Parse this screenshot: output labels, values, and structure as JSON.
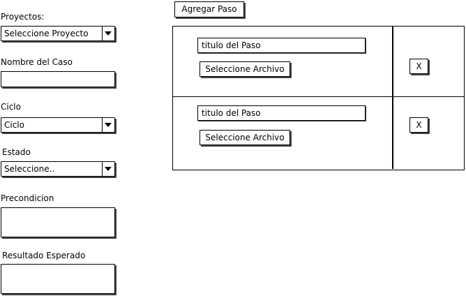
{
  "form": {
    "proyectos_label": "Proyectos:",
    "proyectos_value": "Seleccione Proyecto",
    "nombre_caso_label": "Nombre del Caso",
    "ciclo_label": "Ciclo",
    "ciclo_value": "Ciclo",
    "estado_label": "Estado",
    "estado_value": "Seleccione..",
    "precondicion_label": "Precondicion",
    "resultado_label": "Resultado Esperado"
  },
  "steps": {
    "add_button_label": "Agregar Paso",
    "items": [
      {
        "title": "titulo del Paso",
        "file_button": "Seleccione Archivo",
        "remove_button": "X"
      },
      {
        "title": "titulo del Paso",
        "file_button": "Seleccione Archivo",
        "remove_button": "X"
      }
    ]
  }
}
